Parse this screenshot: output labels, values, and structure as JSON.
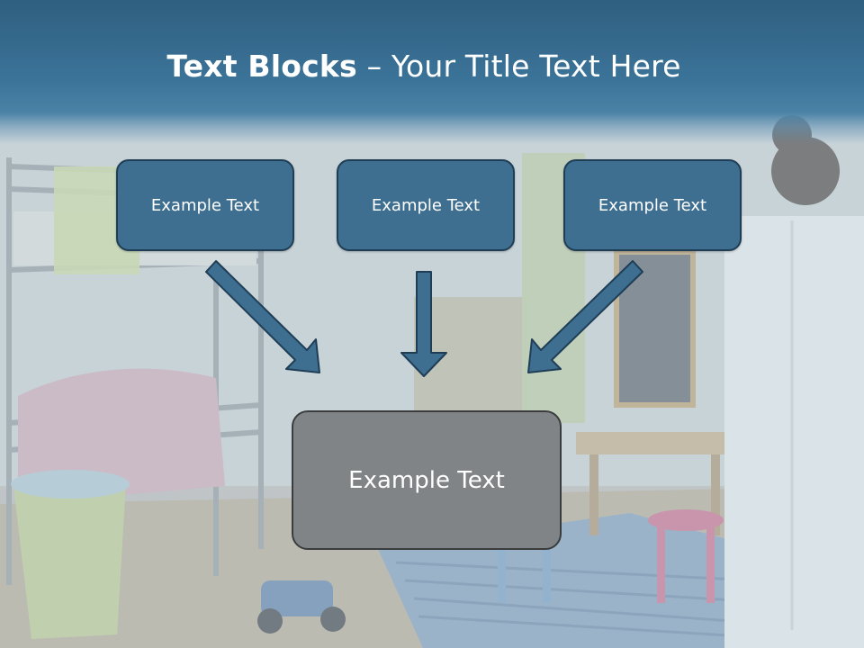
{
  "title": {
    "bold": "Text Blocks",
    "separator": " – ",
    "rest": "Your Title Text Here"
  },
  "blocks": [
    {
      "label": "Example Text"
    },
    {
      "label": "Example Text"
    },
    {
      "label": "Example Text"
    }
  ],
  "center_block": {
    "label": "Example Text"
  },
  "colors": {
    "title_band": "#3b7398",
    "block_fill": "#3e6f90",
    "block_border": "#1f3e56",
    "center_fill": "#818487",
    "center_border": "#3a3c3e",
    "arrow_fill": "#3e6f90",
    "arrow_stroke": "#1f3e56"
  }
}
